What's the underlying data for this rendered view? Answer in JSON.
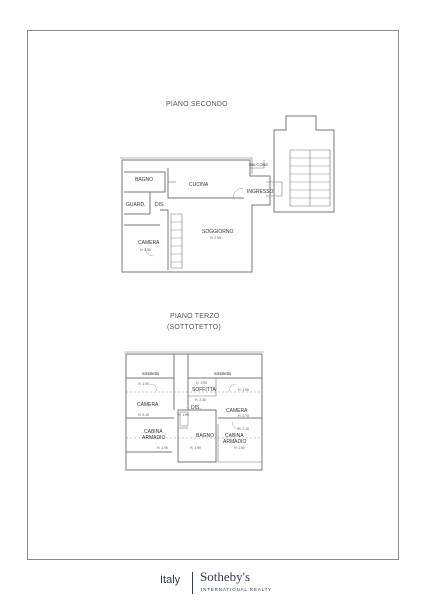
{
  "floor_upper": {
    "title": "PIANO SECONDO"
  },
  "floor_attic": {
    "title_line1": "PIANO TERZO",
    "title_line2": "(SOTTOTETTO)"
  },
  "rooms_second": {
    "bagno": "BAGNO",
    "cucina": "CUCINA",
    "guard": "GUARD.",
    "dis": "DIS.",
    "camera": "CAMERA",
    "soggiorno": "SOGGIORNO",
    "ingresso": "INGRESSO",
    "balcone": "BALCONE",
    "h_camera": "H. 2.95",
    "h_soggiorno": "H. 2.95"
  },
  "rooms_attic": {
    "sottotetto_left": "sottotetto",
    "sottotetto_right": "sottotetto",
    "soffitta": "SOFFITTA",
    "camera_left": "CAMERA",
    "dis": "DIS.",
    "camera_right": "CAMERA",
    "cabina_left_1": "CABINA",
    "cabina_left_2": "ARMADIO",
    "bagno": "BAGNO",
    "cabina_right_1": "CABINA",
    "cabina_right_2": "ARMADIO",
    "h1": "H. 1.90",
    "h2": "H. 1.90",
    "h3": "H. 2.30",
    "h4": "H. 2.10",
    "h5": "H. 2.70",
    "h6": "H. 1.90",
    "h7": "H. 1.90",
    "h8": "H. 1.90",
    "h9": "H. 2.10",
    "h10": "H. 1.90",
    "h11": "H. 1.90"
  },
  "footer": {
    "country": "Italy",
    "brand": "Sotheby's",
    "sub": "INTERNATIONAL REALTY"
  }
}
